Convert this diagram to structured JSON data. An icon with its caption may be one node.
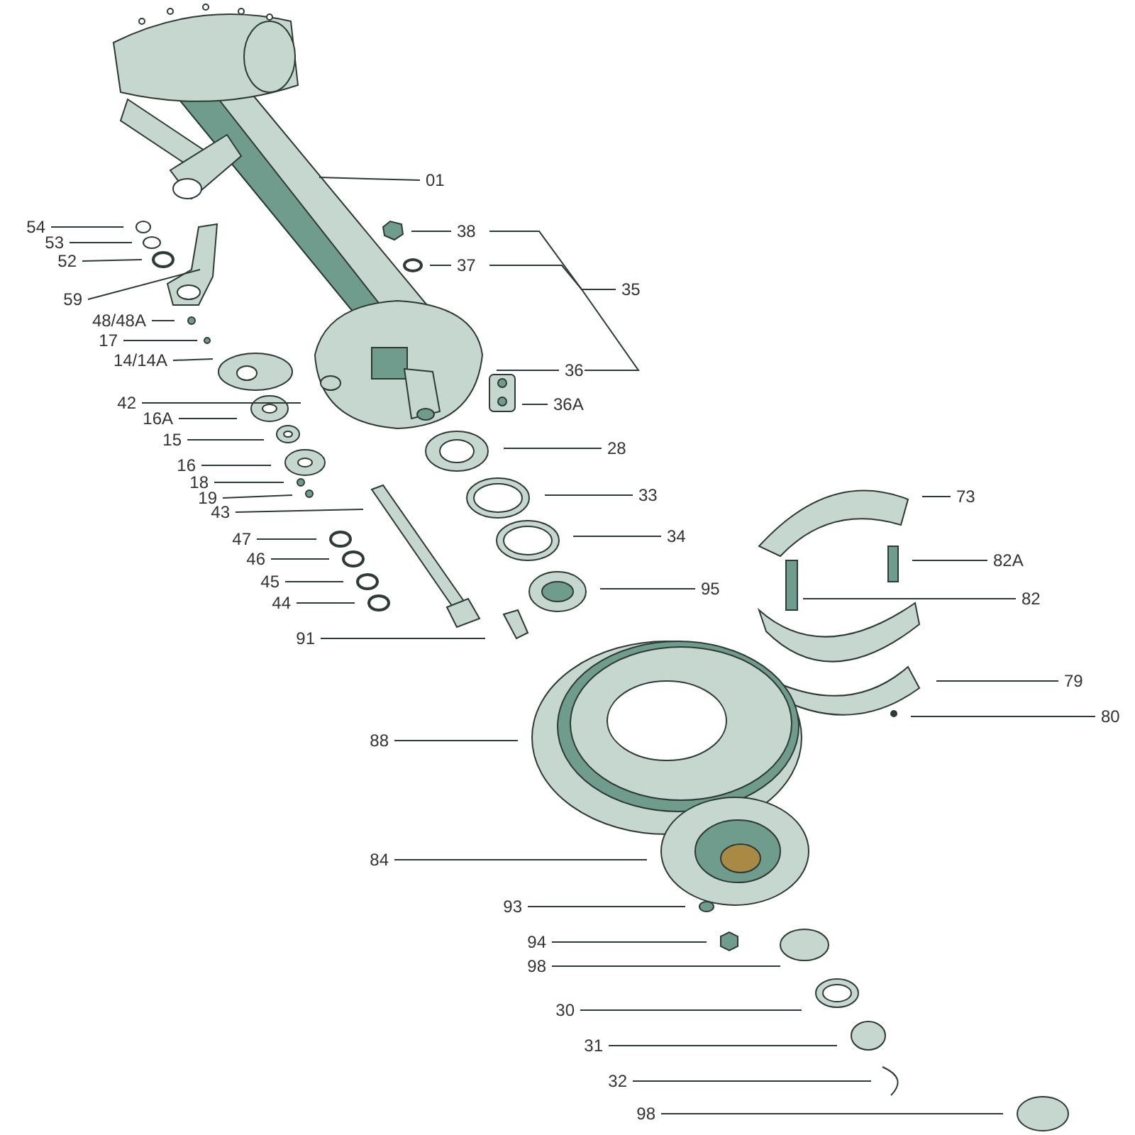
{
  "diagram": {
    "nodes": [
      {
        "text": [
          "01"
        ]
      },
      {
        "text": [
          "54"
        ]
      },
      {
        "text": [
          "38"
        ]
      },
      {
        "text": [
          "53"
        ]
      },
      {
        "text": [
          "52"
        ]
      },
      {
        "text": [
          "37"
        ]
      },
      {
        "text": [
          "35"
        ]
      },
      {
        "text": [
          "59"
        ]
      },
      {
        "text": [
          "48/48A"
        ]
      },
      {
        "text": [
          "17"
        ]
      },
      {
        "text": [
          "14/14A"
        ]
      },
      {
        "text": [
          "36"
        ]
      },
      {
        "text": [
          "42"
        ]
      },
      {
        "text": [
          "36A"
        ]
      },
      {
        "text": [
          "16A"
        ]
      },
      {
        "text": [
          "15"
        ]
      },
      {
        "text": [
          "28"
        ]
      },
      {
        "text": [
          "16"
        ]
      },
      {
        "text": [
          "18"
        ]
      },
      {
        "text": [
          "19"
        ]
      },
      {
        "text": [
          "43"
        ]
      },
      {
        "text": [
          "33"
        ]
      },
      {
        "text": [
          "73"
        ]
      },
      {
        "text": [
          "47"
        ]
      },
      {
        "text": [
          "34"
        ]
      },
      {
        "text": [
          "46"
        ]
      },
      {
        "text": [
          "82A"
        ]
      },
      {
        "text": [
          "45"
        ]
      },
      {
        "text": [
          "95"
        ]
      },
      {
        "text": [
          "44"
        ]
      },
      {
        "text": [
          "82"
        ]
      },
      {
        "text": [
          "91"
        ]
      },
      {
        "text": [
          "79"
        ]
      },
      {
        "text": [
          "80"
        ]
      },
      {
        "text": [
          "88"
        ]
      },
      {
        "text": [
          "84"
        ]
      },
      {
        "text": [
          "93"
        ]
      },
      {
        "text": [
          "94"
        ]
      },
      {
        "text": [
          "98"
        ]
      },
      {
        "text": [
          "30"
        ]
      },
      {
        "text": [
          "31"
        ]
      },
      {
        "text": [
          "32"
        ]
      },
      {
        "text": [
          "98"
        ]
      }
    ],
    "edges": [
      {
        "from": 0,
        "to": null,
        "arrow": "none"
      },
      {
        "from": 1,
        "to": null,
        "arrow": "none"
      },
      {
        "from": 2,
        "to": null,
        "arrow": "none"
      },
      {
        "from": 2,
        "to": 6,
        "arrow": "none"
      },
      {
        "from": 3,
        "to": null,
        "arrow": "none"
      },
      {
        "from": 4,
        "to": null,
        "arrow": "none"
      },
      {
        "from": 5,
        "to": null,
        "arrow": "none"
      },
      {
        "from": 5,
        "to": 6,
        "arrow": "none"
      },
      {
        "from": 7,
        "to": null,
        "arrow": "none"
      },
      {
        "from": 8,
        "to": null,
        "arrow": "none"
      },
      {
        "from": 9,
        "to": null,
        "arrow": "none"
      },
      {
        "from": 10,
        "to": null,
        "arrow": "none"
      },
      {
        "from": 11,
        "to": null,
        "arrow": "none"
      },
      {
        "from": 11,
        "to": 6,
        "arrow": "none"
      },
      {
        "from": 12,
        "to": null,
        "arrow": "none"
      },
      {
        "from": 13,
        "to": null,
        "arrow": "none"
      },
      {
        "from": 14,
        "to": null,
        "arrow": "none"
      },
      {
        "from": 15,
        "to": null,
        "arrow": "none"
      },
      {
        "from": 16,
        "to": null,
        "arrow": "none"
      },
      {
        "from": 17,
        "to": null,
        "arrow": "none"
      },
      {
        "from": 18,
        "to": null,
        "arrow": "none"
      },
      {
        "from": 19,
        "to": null,
        "arrow": "none"
      },
      {
        "from": 20,
        "to": null,
        "arrow": "none"
      },
      {
        "from": 21,
        "to": null,
        "arrow": "none"
      },
      {
        "from": 22,
        "to": null,
        "arrow": "none"
      },
      {
        "from": 23,
        "to": null,
        "arrow": "none"
      },
      {
        "from": 24,
        "to": null,
        "arrow": "none"
      },
      {
        "from": 25,
        "to": null,
        "arrow": "none"
      },
      {
        "from": 26,
        "to": null,
        "arrow": "none"
      },
      {
        "from": 27,
        "to": null,
        "arrow": "none"
      },
      {
        "from": 28,
        "to": null,
        "arrow": "none"
      },
      {
        "from": 29,
        "to": null,
        "arrow": "none"
      },
      {
        "from": 30,
        "to": null,
        "arrow": "none"
      },
      {
        "from": 31,
        "to": null,
        "arrow": "none"
      },
      {
        "from": 32,
        "to": null,
        "arrow": "none"
      },
      {
        "from": 33,
        "to": null,
        "arrow": "none"
      },
      {
        "from": 34,
        "to": null,
        "arrow": "none"
      },
      {
        "from": 35,
        "to": null,
        "arrow": "none"
      },
      {
        "from": 36,
        "to": null,
        "arrow": "none"
      },
      {
        "from": 37,
        "to": null,
        "arrow": "none"
      },
      {
        "from": 38,
        "to": null,
        "arrow": "none"
      },
      {
        "from": 39,
        "to": null,
        "arrow": "none"
      },
      {
        "from": 40,
        "to": null,
        "arrow": "none"
      },
      {
        "from": 41,
        "to": null,
        "arrow": "none"
      },
      {
        "from": 42,
        "to": null,
        "arrow": "none"
      }
    ]
  }
}
